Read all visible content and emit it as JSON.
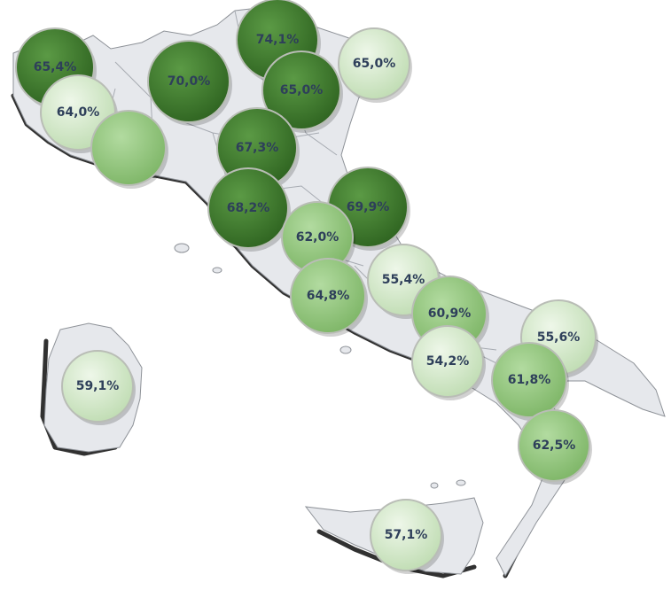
{
  "colors": {
    "dark": "#3f7a2b",
    "medium": "#8fc47a",
    "light": "#cfe6c4",
    "label": "#2e3f5a",
    "land": "#e6e8ec"
  },
  "regions": [
    {
      "id": "valle-d-aosta",
      "value": "65,4%",
      "level": "dark"
    },
    {
      "id": "lombardia",
      "value": "70,0%",
      "level": "dark"
    },
    {
      "id": "trentino-alto-adige",
      "value": "74,1%",
      "level": "dark"
    },
    {
      "id": "friuli-venezia-giulia",
      "value": "65,0%",
      "level": "light"
    },
    {
      "id": "piemonte",
      "value": "64,0%",
      "level": "light"
    },
    {
      "id": "veneto",
      "value": "65,0%",
      "level": "dark"
    },
    {
      "id": "liguria",
      "value": "",
      "level": "medium"
    },
    {
      "id": "emilia-romagna",
      "value": "67,3%",
      "level": "dark"
    },
    {
      "id": "toscana",
      "value": "68,2%",
      "level": "dark"
    },
    {
      "id": "marche",
      "value": "69,9%",
      "level": "dark"
    },
    {
      "id": "umbria",
      "value": "62,0%",
      "level": "medium"
    },
    {
      "id": "abruzzo",
      "value": "55,4%",
      "level": "light"
    },
    {
      "id": "lazio",
      "value": "64,8%",
      "level": "medium"
    },
    {
      "id": "molise",
      "value": "60,9%",
      "level": "medium"
    },
    {
      "id": "puglia",
      "value": "55,6%",
      "level": "light"
    },
    {
      "id": "campania",
      "value": "54,2%",
      "level": "light"
    },
    {
      "id": "basilicata",
      "value": "61,8%",
      "level": "medium"
    },
    {
      "id": "sardegna",
      "value": "59,1%",
      "level": "light"
    },
    {
      "id": "calabria",
      "value": "62,5%",
      "level": "medium"
    },
    {
      "id": "sicilia",
      "value": "57,1%",
      "level": "light"
    }
  ]
}
